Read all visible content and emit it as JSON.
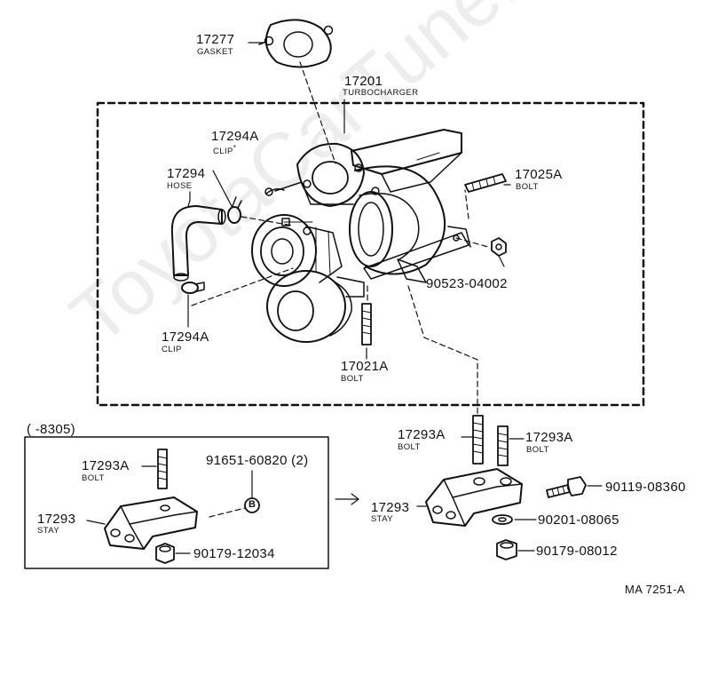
{
  "diagram": {
    "figure_code": "MA 7251-A",
    "watermark": "ToyotaCarTune.ru",
    "production_range": "(     -8305)",
    "parts": [
      {
        "id": "gasket",
        "number": "17277",
        "name": "GASKET"
      },
      {
        "id": "turbocharger",
        "number": "17201",
        "name": "TURBOCHARGER"
      },
      {
        "id": "clip-top",
        "number": "17294A",
        "name": "CLIP"
      },
      {
        "id": "hose",
        "number": "17294",
        "name": "HOSE"
      },
      {
        "id": "bolt-17025a",
        "number": "17025A",
        "name": "BOLT"
      },
      {
        "id": "nut-90523",
        "number": "90523-04002",
        "name": ""
      },
      {
        "id": "clip-bottom",
        "number": "17294A",
        "name": "CLIP"
      },
      {
        "id": "bolt-17021a",
        "number": "17021A",
        "name": "BOLT"
      },
      {
        "id": "stud-left",
        "number": "17293A",
        "name": "BOLT"
      },
      {
        "id": "stud-right",
        "number": "17293A",
        "name": "BOLT"
      },
      {
        "id": "stay-new",
        "number": "17293",
        "name": "STAY"
      },
      {
        "id": "bolt-90119",
        "number": "90119-08360",
        "name": ""
      },
      {
        "id": "washer-90201",
        "number": "90201-08065",
        "name": ""
      },
      {
        "id": "nut-90179-08012",
        "number": "90179-08012",
        "name": ""
      },
      {
        "id": "inset-bolt",
        "number": "17293A",
        "name": "BOLT"
      },
      {
        "id": "inset-rivet",
        "number": "91651-60820 (2)",
        "name": ""
      },
      {
        "id": "inset-stay",
        "number": "17293",
        "name": "STAY"
      },
      {
        "id": "inset-nut",
        "number": "90179-12034",
        "name": ""
      }
    ],
    "rivet_marker": "B",
    "clip_mark": "*"
  }
}
